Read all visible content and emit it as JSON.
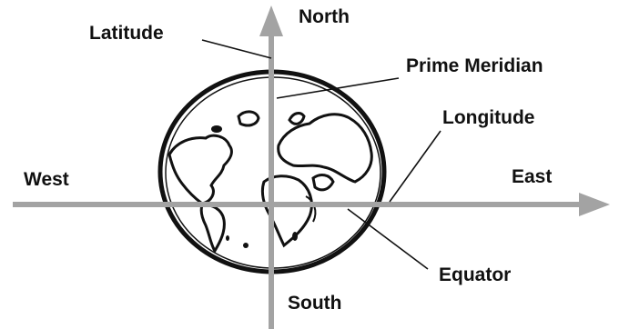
{
  "labels": {
    "north": "North",
    "south": "South",
    "east": "East",
    "west": "West",
    "latitude": "Latitude",
    "prime_meridian": "Prime Meridian",
    "longitude": "Longitude",
    "equator": "Equator"
  },
  "colors": {
    "axis": "#a3a3a3",
    "ink": "#111111",
    "background": "#ffffff"
  }
}
